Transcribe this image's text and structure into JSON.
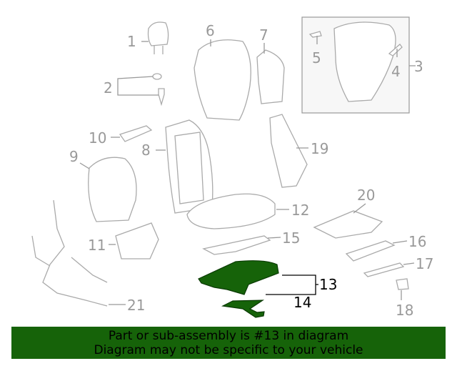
{
  "diagram": {
    "callouts": [
      {
        "id": "1",
        "label": "1"
      },
      {
        "id": "2",
        "label": "2"
      },
      {
        "id": "3",
        "label": "3"
      },
      {
        "id": "4",
        "label": "4"
      },
      {
        "id": "5",
        "label": "5"
      },
      {
        "id": "6",
        "label": "6"
      },
      {
        "id": "7",
        "label": "7"
      },
      {
        "id": "8",
        "label": "8"
      },
      {
        "id": "9",
        "label": "9"
      },
      {
        "id": "10",
        "label": "10"
      },
      {
        "id": "11",
        "label": "11"
      },
      {
        "id": "12",
        "label": "12"
      },
      {
        "id": "13",
        "label": "13"
      },
      {
        "id": "14",
        "label": "14"
      },
      {
        "id": "15",
        "label": "15"
      },
      {
        "id": "16",
        "label": "16"
      },
      {
        "id": "17",
        "label": "17"
      },
      {
        "id": "18",
        "label": "18"
      },
      {
        "id": "19",
        "label": "19"
      },
      {
        "id": "20",
        "label": "20"
      },
      {
        "id": "21",
        "label": "21"
      }
    ],
    "highlighted_part": "13",
    "highlight_color": "#166309"
  },
  "banner": {
    "line1": "Part or sub-assembly is #13 in diagram",
    "line2": "Diagram may not be specific to your vehicle",
    "color": "#166309"
  }
}
